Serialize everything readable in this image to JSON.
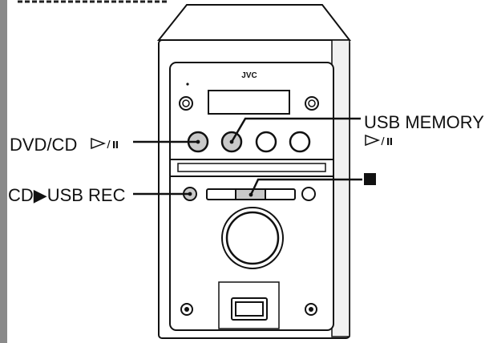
{
  "brand": "JVC",
  "callouts": {
    "dvd_cd": "DVD/CD",
    "usb_memory": "USB MEMORY",
    "cd_usb_rec": "CD▶USB REC"
  },
  "icons": {
    "play_pause": "play-pause-icon",
    "stop": "stop-icon"
  },
  "colors": {
    "ink": "#111111",
    "sidebar": "#8a8a8a",
    "button_fill": "#c9c9c9"
  }
}
